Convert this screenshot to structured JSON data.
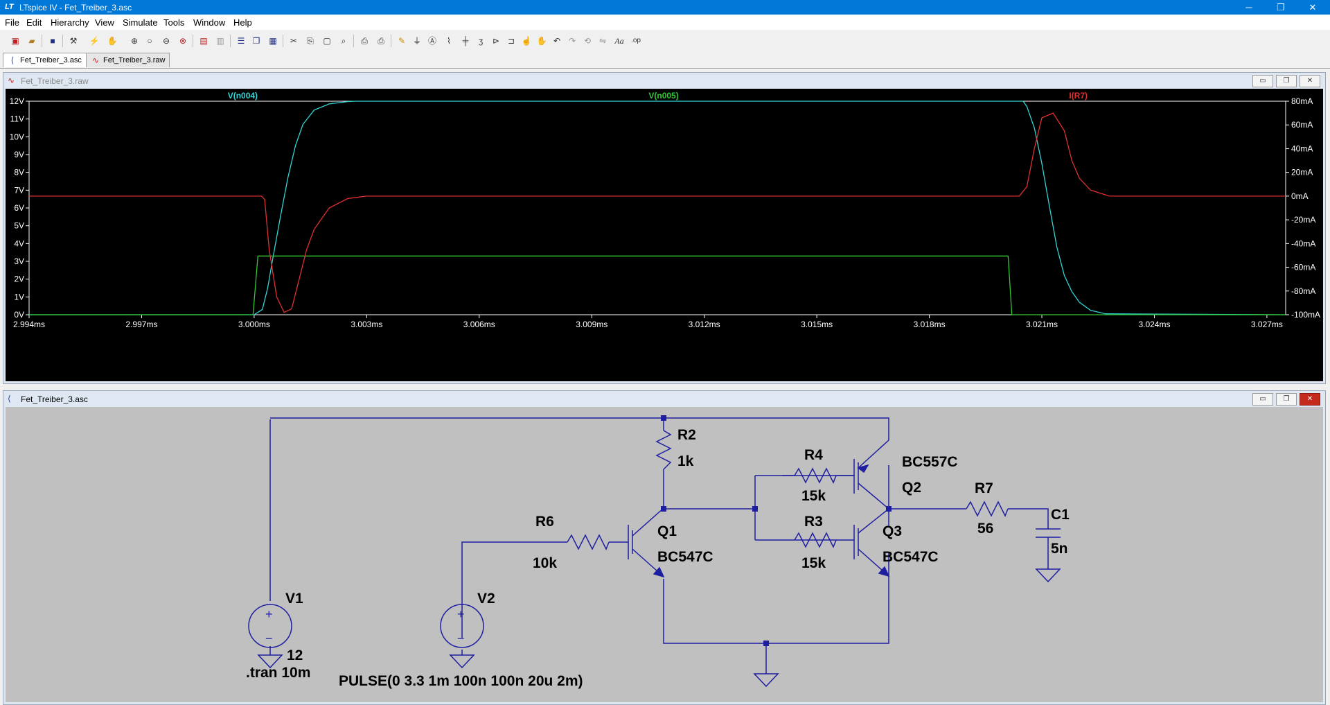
{
  "window": {
    "app_logo": "LT",
    "title": "LTspice IV - Fet_Treiber_3.asc",
    "controls": {
      "minimize": "─",
      "maximize": "❐",
      "close": "✕"
    }
  },
  "menu": [
    "File",
    "Edit",
    "Hierarchy",
    "View",
    "Simulate",
    "Tools",
    "Window",
    "Help"
  ],
  "toolbar": {
    "icons": [
      "new-schematic",
      "open",
      "save",
      "control-panel",
      "run",
      "halt",
      "zoom-in",
      "zoom-pan",
      "zoom-out",
      "zoom-fit",
      "waveform-autorange",
      "waveform-erase",
      "tile-horizontal",
      "cascade",
      "tile-vertical",
      "cut",
      "copy",
      "paste",
      "find",
      "print-setup",
      "print",
      "wire",
      "ground",
      "label-net",
      "resistor",
      "capacitor",
      "inductor",
      "diode",
      "component",
      "move",
      "drag",
      "undo",
      "redo",
      "rotate",
      "mirror",
      "text",
      "spice-directive"
    ],
    "text_glyphs": {
      "text": "Aa",
      "spice-directive": ".op"
    }
  },
  "tabs": [
    {
      "label": "Fet_Treiber_3.asc",
      "icon": "schematic-icon",
      "active": true
    },
    {
      "label": "Fet_Treiber_3.raw",
      "icon": "waveform-icon",
      "active": false
    }
  ],
  "waveform_window": {
    "title": "Fet_Treiber_3.raw",
    "buttons": {
      "minimize": "▭",
      "restore": "❐",
      "close": "✕"
    },
    "legend": [
      {
        "label": "V(n004)",
        "color": "#33d6d6"
      },
      {
        "label": "V(n005)",
        "color": "#33c833"
      },
      {
        "label": "I(R7)",
        "color": "#e03030"
      }
    ]
  },
  "chart_data": {
    "type": "line",
    "xlabel": "",
    "ylabel": "",
    "x_ticks": [
      "2.994ms",
      "2.997ms",
      "3.000ms",
      "3.003ms",
      "3.006ms",
      "3.009ms",
      "3.012ms",
      "3.015ms",
      "3.018ms",
      "3.021ms",
      "3.024ms",
      "3.027ms"
    ],
    "y_left_ticks": [
      "12V",
      "11V",
      "10V",
      "9V",
      "8V",
      "7V",
      "6V",
      "5V",
      "4V",
      "3V",
      "2V",
      "1V",
      "0V"
    ],
    "y_right_ticks": [
      "80mA",
      "60mA",
      "40mA",
      "20mA",
      "0mA",
      "-20mA",
      "-40mA",
      "-60mA",
      "-80mA",
      "-100mA"
    ],
    "xlim_ms": [
      2.994,
      3.0275
    ],
    "ylim_left_V": [
      0,
      12
    ],
    "ylim_right_mA": [
      -100,
      80
    ],
    "grid": false,
    "series": [
      {
        "name": "V(n004)",
        "axis": "left",
        "color": "#33d6d6",
        "x": [
          2.994,
          3.0,
          3.00022,
          3.00036,
          3.0005,
          3.0007,
          3.0009,
          3.0011,
          3.0013,
          3.0016,
          3.002,
          3.0025,
          3.0027,
          3.0205,
          3.0206,
          3.0208,
          3.021,
          3.0212,
          3.0214,
          3.0216,
          3.0218,
          3.022,
          3.0223,
          3.0227,
          3.0275
        ],
        "values": [
          0,
          0,
          0.3,
          1.5,
          3.2,
          5.5,
          7.7,
          9.5,
          10.7,
          11.5,
          11.85,
          11.98,
          12,
          12,
          11.7,
          10.5,
          8.5,
          6.1,
          3.8,
          2.2,
          1.3,
          0.7,
          0.25,
          0.05,
          0
        ]
      },
      {
        "name": "V(n005)",
        "axis": "left",
        "color": "#33c833",
        "x": [
          2.994,
          2.99997,
          3.0001,
          3.0201,
          3.0202,
          3.0275
        ],
        "values": [
          0,
          0,
          3.3,
          3.3,
          0,
          0
        ]
      },
      {
        "name": "I(R7)",
        "axis": "right",
        "color": "#e03030",
        "x": [
          2.994,
          3.0002,
          3.00028,
          3.0004,
          3.0006,
          3.0008,
          3.001,
          3.0012,
          3.0014,
          3.0016,
          3.002,
          3.0025,
          3.003,
          3.0204,
          3.0206,
          3.0208,
          3.021,
          3.0213,
          3.0216,
          3.0218,
          3.022,
          3.0223,
          3.0228,
          3.0275
        ],
        "values": [
          0,
          0,
          -3,
          -45,
          -85,
          -98,
          -95,
          -70,
          -45,
          -28,
          -10,
          -2,
          0,
          0,
          8,
          40,
          66,
          70,
          55,
          30,
          15,
          5,
          0,
          0
        ]
      }
    ]
  },
  "schematic_window": {
    "title": "Fet_Treiber_3.asc",
    "buttons": {
      "minimize": "▭",
      "restore": "❐",
      "close": "✕"
    },
    "components": {
      "R2": {
        "name": "R2",
        "value": "1k"
      },
      "R4": {
        "name": "R4",
        "value": "15k"
      },
      "R3": {
        "name": "R3",
        "value": "15k"
      },
      "R6": {
        "name": "R6",
        "value": "10k"
      },
      "R7": {
        "name": "R7",
        "value": "56"
      },
      "C1": {
        "name": "C1",
        "value": "5n"
      },
      "Q1": {
        "name": "Q1",
        "model": "BC547C"
      },
      "Q2": {
        "name": "Q2",
        "model": "BC557C"
      },
      "Q3": {
        "name": "Q3",
        "model": "BC547C"
      },
      "V1": {
        "name": "V1",
        "value": "12"
      },
      "V2": {
        "name": "V2"
      }
    },
    "directives": {
      "tran": ".tran 10m",
      "pulse": "PULSE(0 3.3 1m 100n 100n 20u 2m)"
    },
    "source_symbols": {
      "plus": "+",
      "minus": "−"
    }
  }
}
